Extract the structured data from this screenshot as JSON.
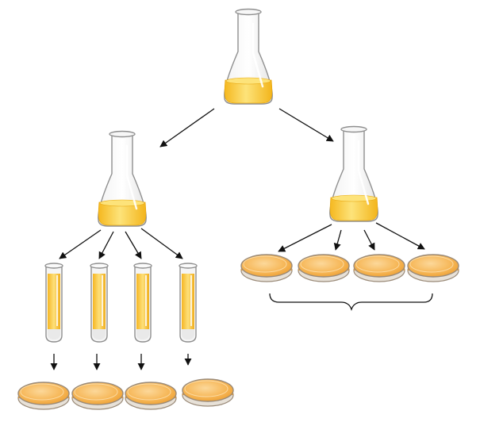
{
  "diagram": {
    "labels": [],
    "colors": {
      "medium": "#f9c528",
      "medium_light": "#fde37a",
      "medium_deep": "#e8a812",
      "agar": "#f3a83a",
      "agar_light": "#fbd28a",
      "dish_rim": "#9a8a78",
      "glass_outline": "#8f8f8f",
      "arrow": "#111111"
    },
    "structure": {
      "top_flask": "flask",
      "level2": [
        "flask",
        "flask"
      ],
      "left_branch_tubes": 4,
      "left_branch_plates": 4,
      "right_branch_plates": 4,
      "right_branch_grouping": "brace"
    }
  }
}
